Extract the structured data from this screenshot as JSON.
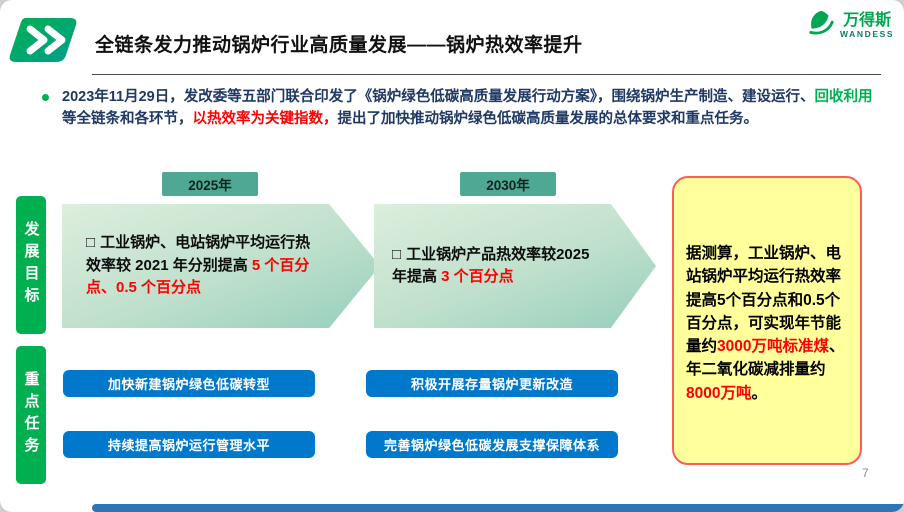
{
  "slide": {
    "page_number": "7"
  },
  "header": {
    "title": "全链条发力推动锅炉行业高质量发展——锅炉热效率提升",
    "logo_name": "万得斯",
    "logo_sub": "WANDESS"
  },
  "intro": {
    "segments": [
      {
        "text": "2023年11月29日，发改委等五部门联合印发了《锅炉绿色低碳高质量发展行动方案》，围绕锅炉生产制造、建设运行、",
        "color": "#1F3864"
      },
      {
        "text": "回收利用",
        "color": "#00B050"
      },
      {
        "text": "等全链条和各环节，",
        "color": "#1F3864"
      },
      {
        "text": "以热效率为关键指数，",
        "color": "#FF0000"
      },
      {
        "text": "提出了加快推动锅炉绿色低碳高质量发展的总体要求和重点任务。",
        "color": "#1F3864"
      }
    ]
  },
  "side_labels": [
    {
      "label": "发展目标"
    },
    {
      "label": "重点任务"
    }
  ],
  "timeline": {
    "milestones": [
      {
        "year": "2025年",
        "bullet": "□",
        "segments": [
          {
            "text": "工业锅炉、电站锅炉平均运行热效率较 2021 年分别提高 ",
            "color": "#0d0d0d"
          },
          {
            "text": "5 个百分点、0.5 个百分点",
            "color": "#FF0000"
          }
        ]
      },
      {
        "year": "2030年",
        "bullet": "□",
        "segments": [
          {
            "text": "工业锅炉产品热效率较2025 年提高 ",
            "color": "#0d0d0d"
          },
          {
            "text": "3 个百分点",
            "color": "#FF0000"
          }
        ]
      }
    ]
  },
  "tasks": [
    "加快新建锅炉绿色低碳转型",
    "积极开展存量锅炉更新改造",
    "持续提高锅炉运行管理水平",
    "完善锅炉绿色低碳发展支撑保障体系"
  ],
  "callout": {
    "segments": [
      {
        "text": "据测算，工业锅炉、电站锅炉平均运行热效率提高5个百分点和0.5个百分点，可实现年节能量约",
        "color": "#000000"
      },
      {
        "text": "3000万吨标准煤",
        "color": "#FF0000"
      },
      {
        "text": "、年二氧化碳减排量约",
        "color": "#000000"
      },
      {
        "text": "8000万吨",
        "color": "#FF0000"
      },
      {
        "text": "。",
        "color": "#000000"
      }
    ]
  },
  "colors": {
    "accent_green": "#00B050",
    "teal_badge": "#4FA893",
    "task_blue": "#0079CC",
    "highlight_red": "#FF0000",
    "callout_yellow": "#FFFF9C",
    "callout_border": "#FF5B5B",
    "body_navy": "#1F3864",
    "footer_blue": "#2E75B6"
  }
}
